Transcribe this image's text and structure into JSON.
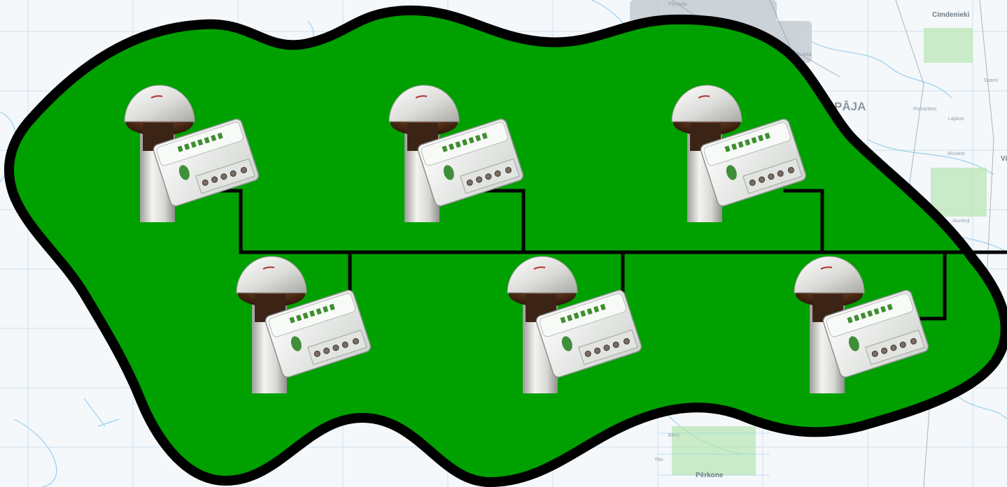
{
  "map": {
    "place_labels": {
      "cimdenieki": "Cimdenieki",
      "paja": "PĀJA",
      "perkone": "Pērkone"
    },
    "minor_labels": [
      "Perrosta",
      "Zivju kola",
      "Sparni",
      "Porzonbes",
      "Lapkas",
      "Rivulets",
      "Jaunkoji",
      "Bērzi",
      "Tilts",
      "Vi"
    ]
  },
  "network": {
    "region_color": "#00a000",
    "outline_color": "#000000",
    "link_color": "#000000",
    "station_count": 6
  }
}
